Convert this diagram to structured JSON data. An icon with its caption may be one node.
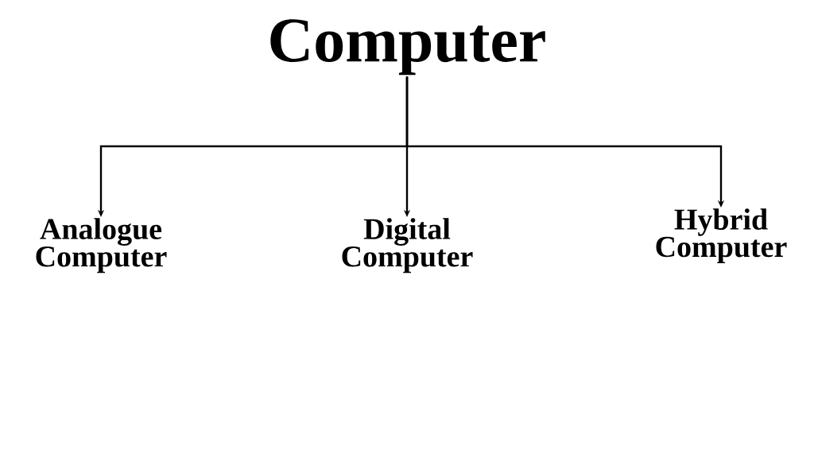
{
  "diagram": {
    "nodes": [
      {
        "text": [
          "Computer"
        ]
      },
      {
        "text": [
          "Analogue Computer"
        ]
      },
      {
        "text": [
          "Digital Computer"
        ]
      },
      {
        "text": [
          "Hybrid Computer"
        ]
      }
    ],
    "edges": [
      {
        "from": 0,
        "to": 1,
        "arrow": "to"
      },
      {
        "from": 0,
        "to": 2,
        "arrow": "to"
      },
      {
        "from": 0,
        "to": 3,
        "arrow": "to"
      }
    ]
  }
}
